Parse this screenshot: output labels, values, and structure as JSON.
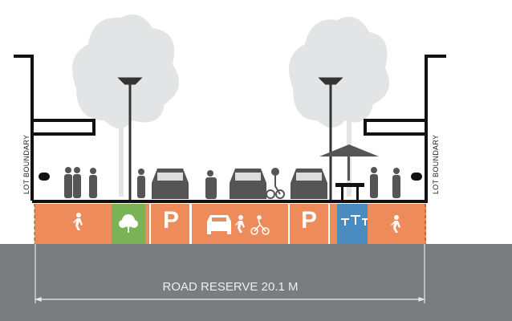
{
  "diagram": {
    "lot_boundary_left": "LOT BOUNDARY",
    "lot_boundary_right": "LOT BOUNDARY",
    "parking_left": "P",
    "parking_right": "P",
    "road_reserve": "ROAD RESERVE 20.1 M",
    "colors": {
      "lane": "#ee8b5a",
      "verge": "#7ab356",
      "furniture": "#4a8cc0",
      "ground": "#7a7c80",
      "tree": "#e2e3e5"
    },
    "zones": [
      "footpath",
      "street-tree",
      "parking",
      "traffic-lane-shared",
      "parking",
      "outdoor-dining",
      "footpath"
    ]
  }
}
